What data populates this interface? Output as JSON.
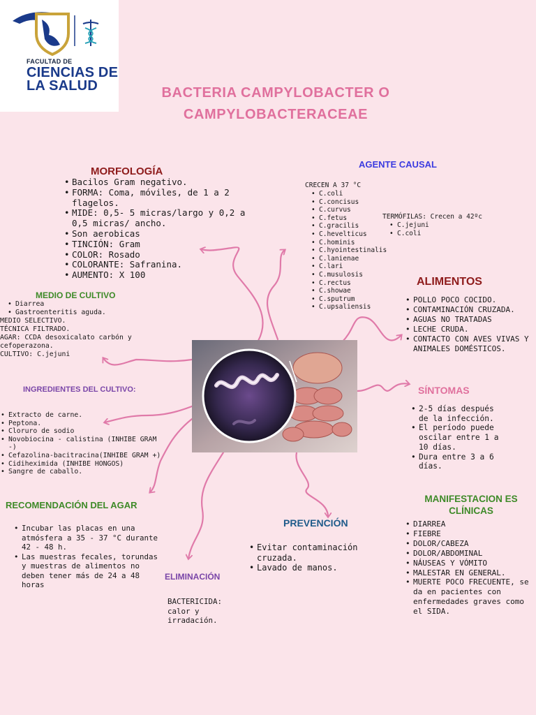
{
  "logo": {
    "subtitle": "FACULTAD DE",
    "line1": "CIENCIAS DE",
    "line2": "LA SALUD"
  },
  "title": {
    "line1": "BACTERIA CAMPYLOBACTER O",
    "line2": "CAMPYLOBACTERACEAE"
  },
  "morfologia": {
    "heading": "MORFOLOGÍA",
    "items": [
      "Bacilos Gram negativo.",
      "FORMA: Coma, móviles, de 1 a 2 flagelos.",
      "MIDE: 0,5- 5 micras/largo y 0,2 a 0,5 micras/ ancho.",
      "Son aerobicas",
      "TINCIÓN: Gram",
      "COLOR: Rosado",
      "COLORANTE: Safranina.",
      "AUMENTO: X 100"
    ]
  },
  "agente_causal": {
    "heading": "AGENTE CAUSAL",
    "crecen_label": "CRECEN A 37 °C",
    "crecen_items": [
      "C.coli",
      "C.concisus",
      "C.curvus",
      "C.fetus",
      "C.gracilis",
      "C.hevelticus",
      "C.hominis",
      "C.hyointestinalis",
      "C.lanienae",
      "C.lari",
      "C.musulosis",
      "C.rectus",
      "C.showae",
      "C.sputrum",
      "C.upsaliensis"
    ],
    "termofilas_label": "TERMÓFILAS: Crecen a 42ºc",
    "termofilas_items": [
      "C.jejuni",
      "C.coli"
    ]
  },
  "alimentos": {
    "heading": "ALIMENTOS",
    "items": [
      "POLLO POCO COCIDO.",
      "CONTAMINACIÓN CRUZADA.",
      "AGUAS NO TRATADAS",
      "LECHE CRUDA.",
      "CONTACTO CON AVES VIVAS Y ANIMALES DOMÉSTICOS."
    ]
  },
  "medio_cultivo": {
    "heading": "MEDIO DE CULTIVO",
    "items": [
      "Diarrea",
      "Gastroenteritis aguda."
    ],
    "lines": [
      "MEDIO SELECTIVO.",
      "TÉCNICA FILTRADO.",
      "AGAR: CCDA desoxicalato carbón y cefoperazona.",
      "CULTIVO: C.jejuni"
    ]
  },
  "ingredientes": {
    "heading": "INGREDIENTES DEL CULTIVO:",
    "items": [
      "Extracto de carne.",
      "Peptona.",
      "Cloruro de sodio",
      "Novobiocina - calistina (INHIBE GRAM -)",
      "Cefazolina-bacitracina(INHIBE GRAM +)",
      "Cidiheximida (INHIBE HONGOS)",
      "Sangre de caballo."
    ]
  },
  "recomendacion": {
    "heading": "RECOMENDACIÓN DEL AGAR",
    "items": [
      "Incubar las placas en una atmósfera a 35 - 37 °C durante 42 - 48 h.",
      "Las muestras fecales, torundas y muestras de alimentos no deben tener más de 24 a 48 horas"
    ]
  },
  "eliminacion": {
    "heading": "ELIMINACIÓN",
    "text": "BACTERICIDA: calor y irradación."
  },
  "prevencion": {
    "heading": "PREVENCIÓN",
    "items": [
      "Evitar contaminación cruzada.",
      "Lavado de manos."
    ]
  },
  "sintomas": {
    "heading": "SÍNTOMAS",
    "items": [
      "2-5 días después de la infección.",
      "El período puede oscilar entre 1 a 10 días.",
      "Dura entre 3 a 6 días."
    ]
  },
  "manifestaciones": {
    "heading": "MANIFESTACION ES CLÍNICAS",
    "items": [
      "DIARREA",
      "FIEBRE",
      "DOLOR/CABEZA",
      "DOLOR/ABDOMINAL",
      "NÁUSEAS Y VÓMITO",
      "MALESTAR EN GENERAL.",
      "MUERTE POCO FRECUENTE, se da en pacientes con enfermedades graves como el SIDA."
    ]
  },
  "colors": {
    "background": "#fbe4ea",
    "arrow": "#e07aa9",
    "title": "#e0709d"
  }
}
